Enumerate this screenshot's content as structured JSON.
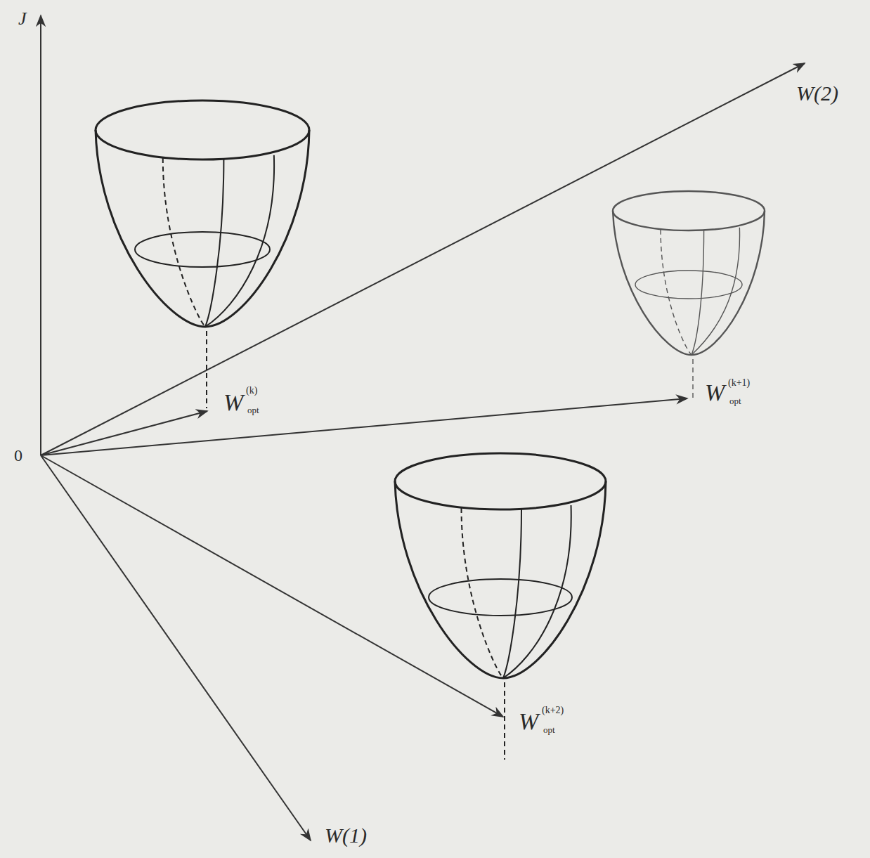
{
  "diagram": {
    "labels": [
      "J",
      "W(2)",
      "0",
      "W(1)",
      "W",
      "(k)",
      "opt",
      "W",
      "(k+1)",
      "opt",
      "W",
      "(k+2)",
      "opt"
    ]
  }
}
